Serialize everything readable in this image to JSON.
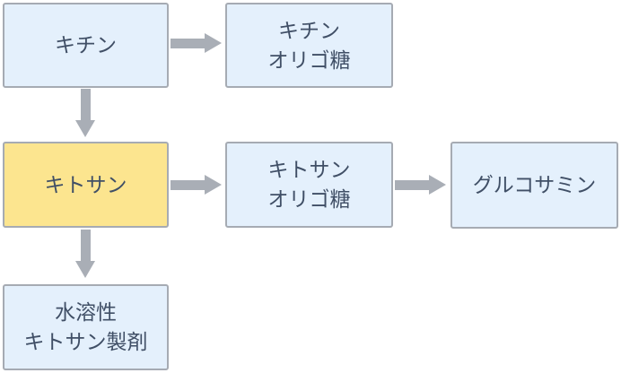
{
  "diagram": {
    "type": "flowchart",
    "colors": {
      "background": "#ffffff",
      "box_fill_blue": "#e4f0fc",
      "box_fill_yellow": "#fce58f",
      "box_border": "#a6abb3",
      "arrow": "#a9aeb6",
      "text": "#404f66"
    },
    "nodes": [
      {
        "id": "chitin",
        "lines": [
          "キチン"
        ],
        "highlighted": false
      },
      {
        "id": "chitin-oligosaccharide",
        "lines": [
          "キチン",
          "オリゴ糖"
        ],
        "highlighted": false
      },
      {
        "id": "chitosan",
        "lines": [
          "キトサン"
        ],
        "highlighted": true
      },
      {
        "id": "chitosan-oligosaccharide",
        "lines": [
          "キトサン",
          "オリゴ糖"
        ],
        "highlighted": false
      },
      {
        "id": "glucosamine",
        "lines": [
          "グルコサミン"
        ],
        "highlighted": false
      },
      {
        "id": "water-soluble-chitosan",
        "lines": [
          "水溶性",
          "キトサン製剤"
        ],
        "highlighted": false
      }
    ],
    "edges": [
      {
        "from": "chitin",
        "to": "chitin-oligosaccharide",
        "direction": "right"
      },
      {
        "from": "chitin",
        "to": "chitosan",
        "direction": "down"
      },
      {
        "from": "chitosan",
        "to": "chitosan-oligosaccharide",
        "direction": "right"
      },
      {
        "from": "chitosan-oligosaccharide",
        "to": "glucosamine",
        "direction": "right"
      },
      {
        "from": "chitosan",
        "to": "water-soluble-chitosan",
        "direction": "down"
      }
    ]
  }
}
